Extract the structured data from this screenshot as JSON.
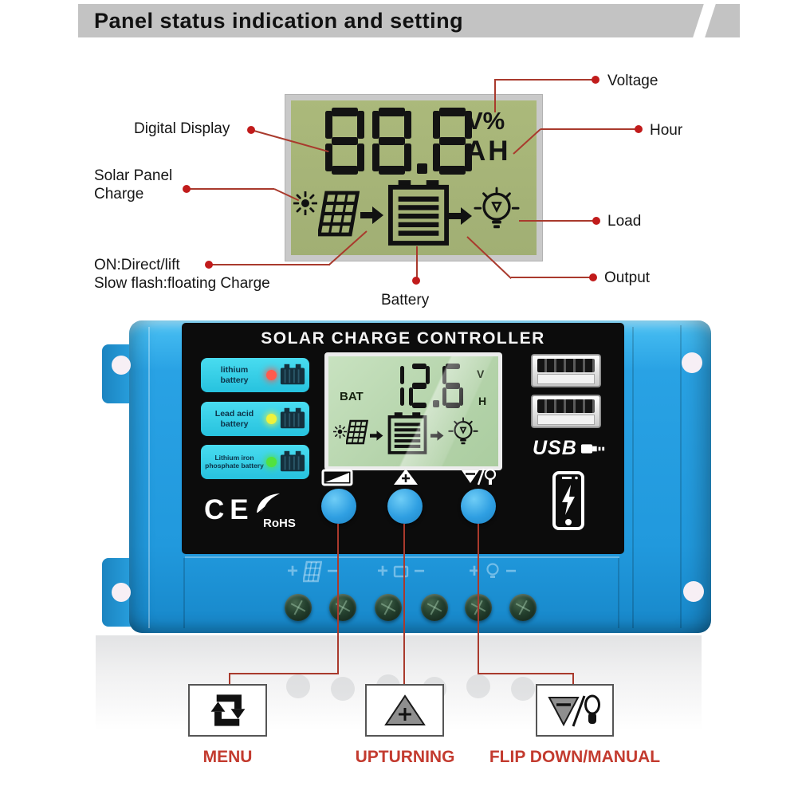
{
  "title": "Panel status indication and setting",
  "colors": {
    "accent_red": "#c0392b",
    "device_blue": "#29a3e3",
    "lcd_green": "#a6b478",
    "indicator_cyan": "#38d2ea",
    "panel_black": "#0d0d0d"
  },
  "lcd_diagram": {
    "value": "88.8",
    "unit_top": "V%",
    "unit_bottom": "AH",
    "icons": [
      "sun",
      "solar-panel",
      "arrow-right",
      "battery",
      "arrow-right",
      "light-bulb"
    ]
  },
  "callouts": {
    "digital_display": "Digital Display",
    "solar_panel_charge_line1": "Solar Panel",
    "solar_panel_charge_line2": "Charge",
    "on_direct": "ON:Direct/lift",
    "slow_flash": "Slow flash:floating Charge",
    "battery": "Battery",
    "voltage": "Voltage",
    "hour": "Hour",
    "load": "Load",
    "output": "Output"
  },
  "controller": {
    "heading": "SOLAR CHARGE CONTROLLER",
    "battery_types": [
      {
        "line1": "lithium",
        "line2": "battery",
        "led_color": "#ff5a4d"
      },
      {
        "line1": "Lead acid",
        "line2": "battery",
        "led_color": "#eef23c"
      },
      {
        "line1": "Lithium iron",
        "line2": "phosphate battery",
        "led_color": "#52e23e"
      }
    ],
    "lcd": {
      "bat_label": "BAT",
      "value": "12.6",
      "volt_unit": "V",
      "hour_unit": "H"
    },
    "usb_label": "USB",
    "ce_label": "CE",
    "rohs_label": "RoHS",
    "terminals": [
      {
        "positive": "+",
        "negative": "−",
        "icon": "solar-panel"
      },
      {
        "positive": "+",
        "negative": "−",
        "icon": "battery"
      },
      {
        "positive": "+",
        "negative": "−",
        "icon": "load"
      }
    ]
  },
  "legend": [
    {
      "label": "MENU",
      "icon": "cycle-arrows"
    },
    {
      "label": "UPTURNING",
      "icon": "triangle-up-plus"
    },
    {
      "label": "FLIP DOWN/MANUAL",
      "icon": "triangle-down-minus-bulb"
    }
  ]
}
